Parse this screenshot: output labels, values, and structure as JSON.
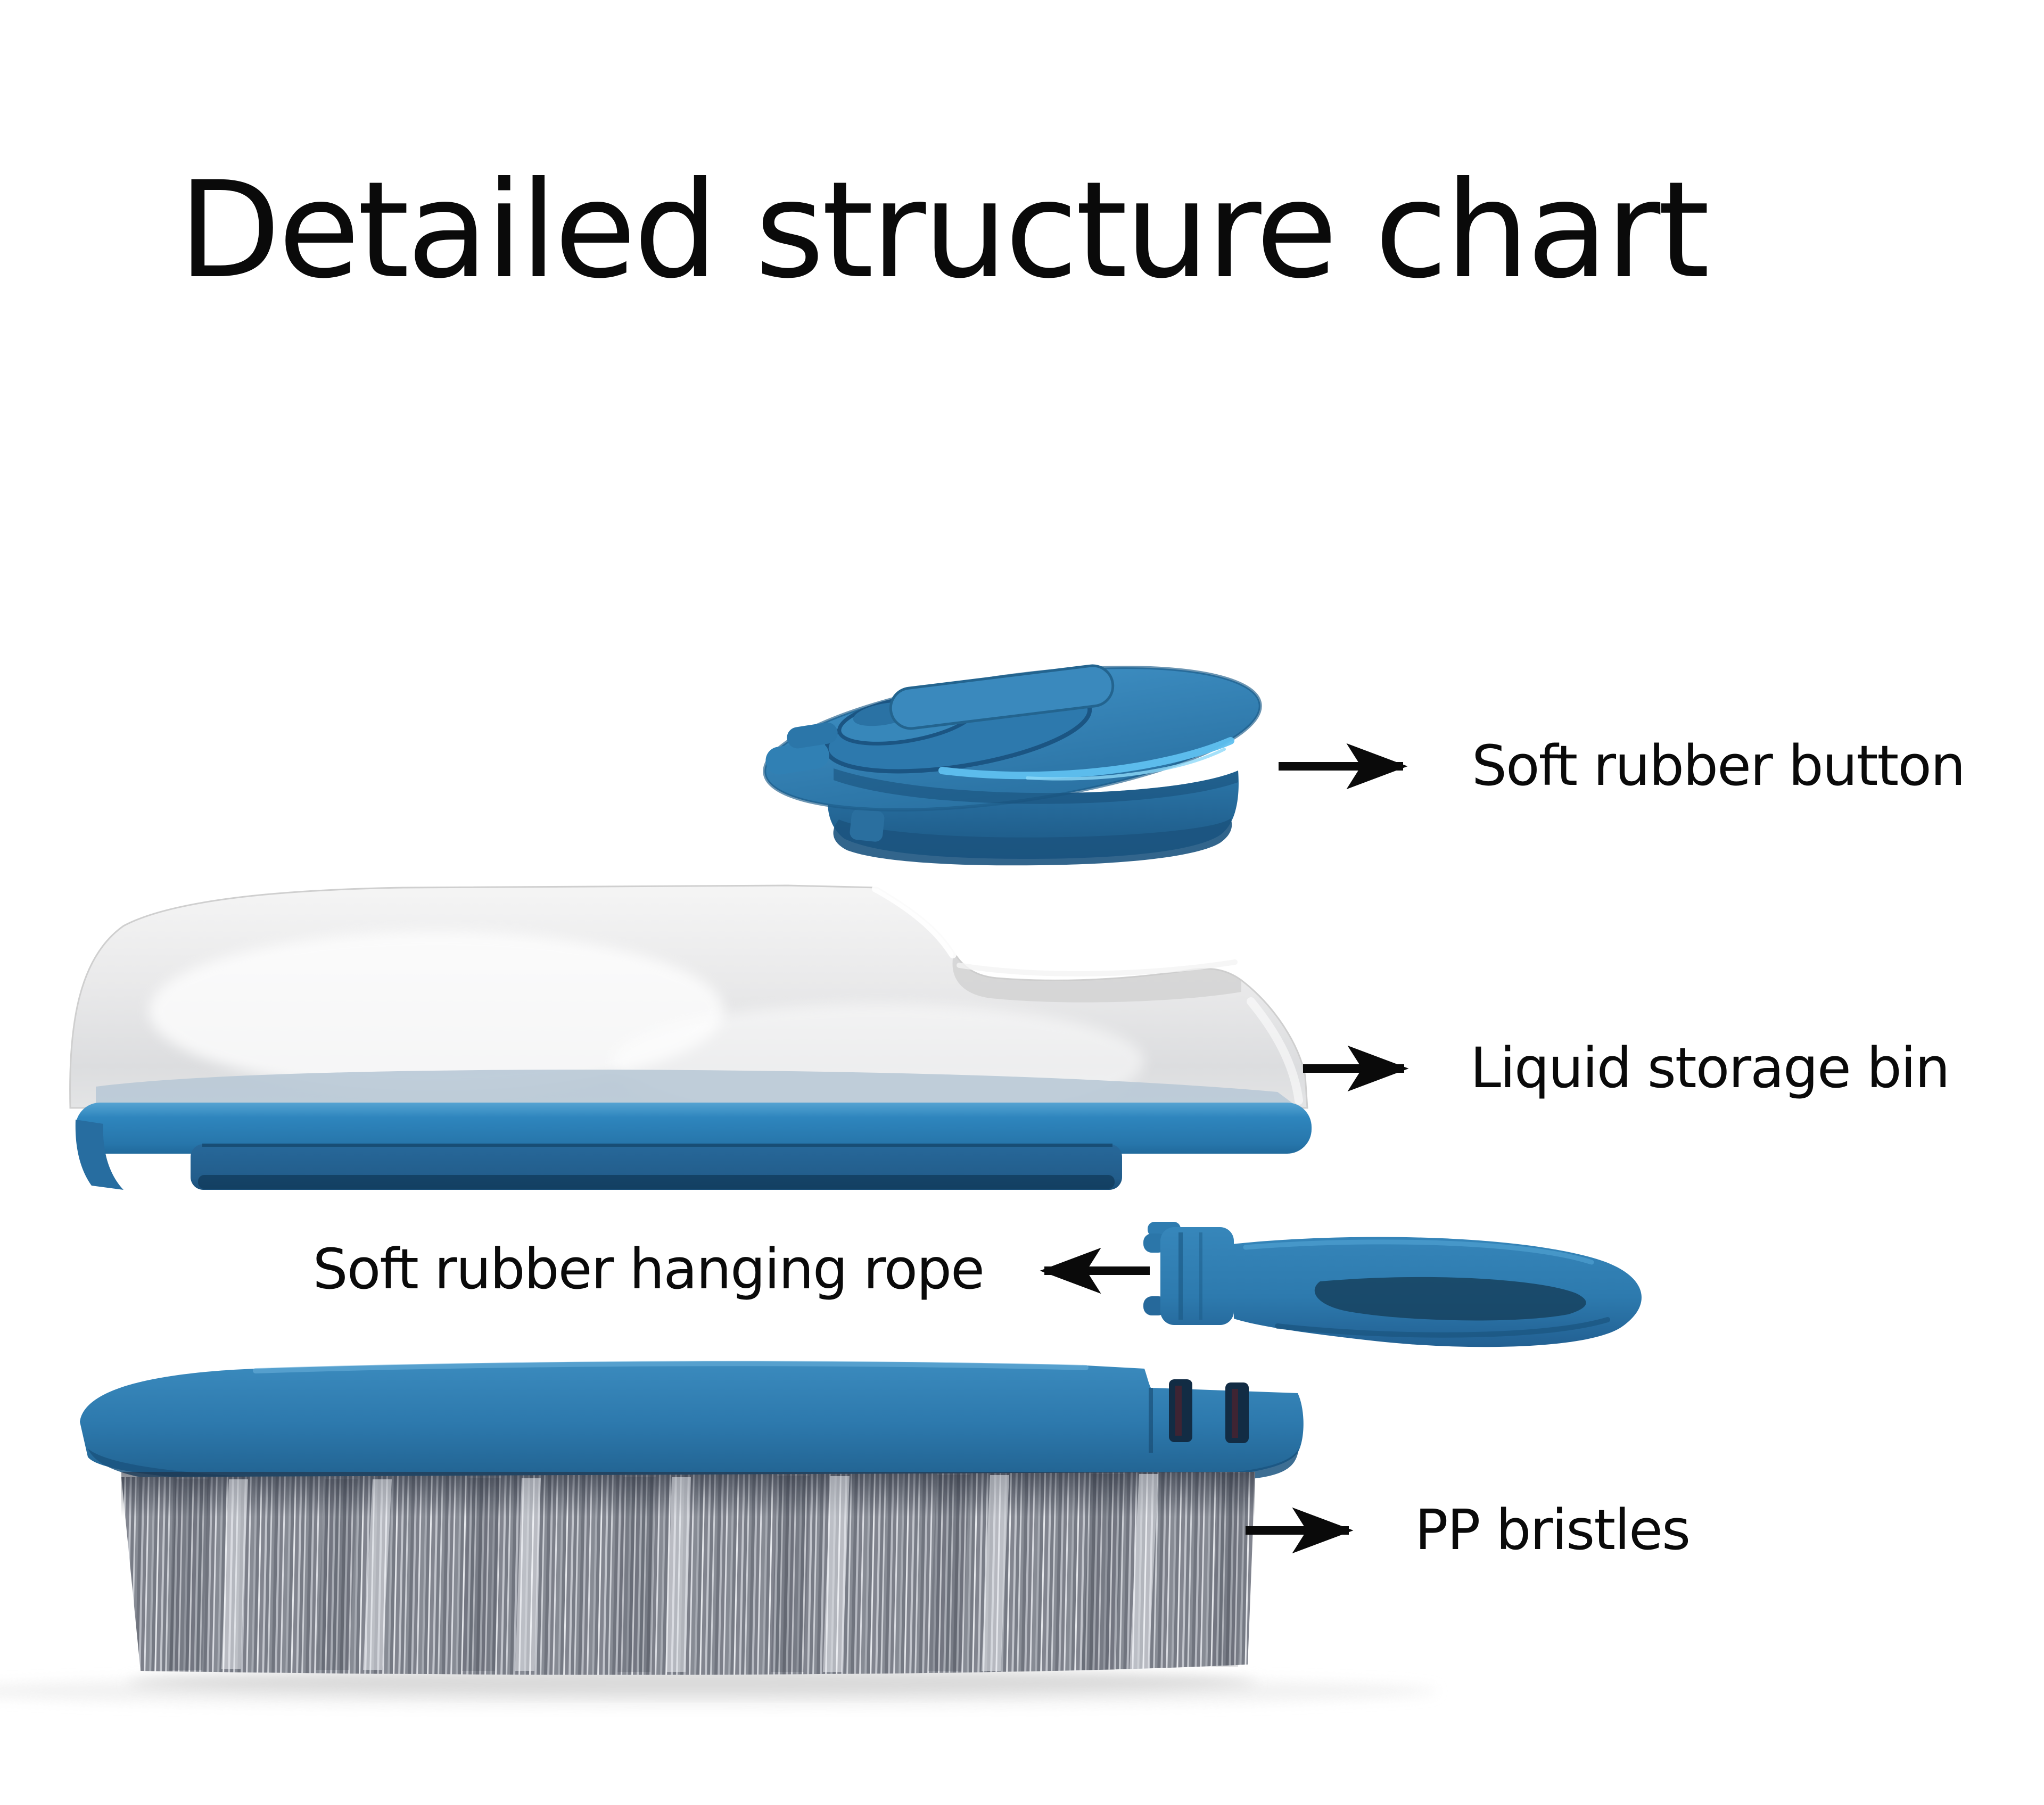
{
  "title": "Detailed structure chart",
  "annotations": {
    "button": {
      "label": "Soft rubber button",
      "arrow_direction": "right"
    },
    "bin": {
      "label": "Liquid storage bin",
      "arrow_direction": "right"
    },
    "rope": {
      "label": "Soft rubber hanging rope",
      "arrow_direction": "left"
    },
    "bristles": {
      "label": "PP bristles",
      "arrow_direction": "right"
    }
  },
  "colors": {
    "background": "#ffffff",
    "text": "#0a0a0a",
    "blue": "#2e7bb0",
    "blue_dark": "#1c5a85",
    "blue_light": "#5fc0ef",
    "bristle_gray": "#8e919a",
    "dome_gray": "#e9e9e9"
  }
}
